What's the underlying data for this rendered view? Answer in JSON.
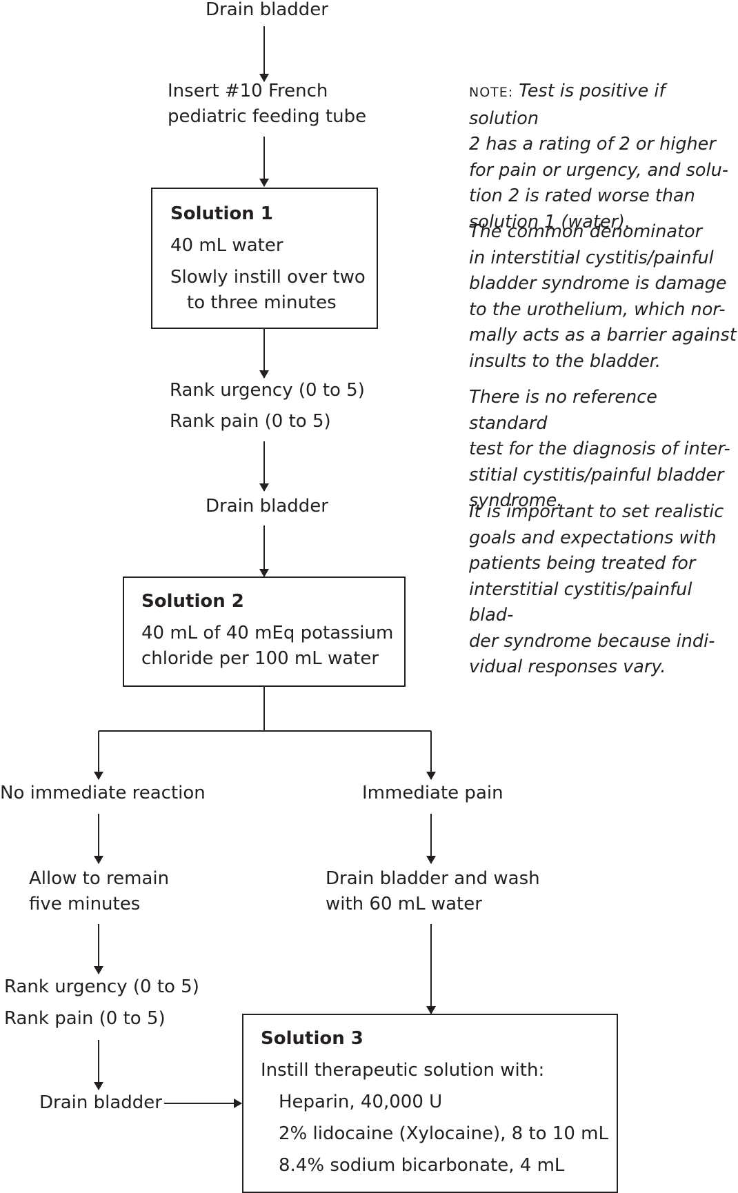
{
  "flow": {
    "drain_bladder_1": "Drain bladder",
    "insert_tube": [
      "Insert #10 French",
      "pediatric feeding tube"
    ],
    "solution1": {
      "title": "Solution 1",
      "line1": "40 mL water",
      "line2a": "Slowly instill over two",
      "line2b": "to three minutes"
    },
    "rank1": {
      "urgency": "Rank urgency (0 to 5)",
      "pain": "Rank pain (0 to 5)"
    },
    "drain_bladder_2": "Drain bladder",
    "solution2": {
      "title": "Solution 2",
      "line1": "40 mL of 40 mEq potassium",
      "line2": "chloride per 100 mL water"
    },
    "left_branch": {
      "reaction": "No immediate reaction",
      "remain": [
        "Allow to remain",
        "five minutes"
      ],
      "rank_urgency": "Rank urgency (0 to 5)",
      "rank_pain": "Rank pain (0 to 5)",
      "drain": "Drain bladder"
    },
    "right_branch": {
      "reaction": "Immediate pain",
      "wash": [
        "Drain bladder and wash",
        "with 60 mL water"
      ]
    },
    "solution3": {
      "title": "Solution 3",
      "intro": "Instill therapeutic solution with:",
      "items": [
        "Heparin, 40,000 U",
        "2% lidocaine (Xylocaine), 8 to 10 mL",
        "8.4% sodium bicarbonate, 4 mL"
      ]
    }
  },
  "notes": {
    "label": "NOTE:",
    "note1": [
      "Test is positive if solution",
      "2 has a rating of 2 or higher",
      "for pain or urgency, and solu-",
      "tion 2 is rated worse than",
      "solution 1 (water)."
    ],
    "note2": [
      "The common denominator",
      "in interstitial cystitis/painful",
      "bladder syndrome is damage",
      "to the urothelium, which nor-",
      "mally acts as a barrier against",
      "insults to the bladder."
    ],
    "note3": [
      "There is no reference standard",
      "test for the diagnosis of inter-",
      "stitial cystitis/painful bladder",
      "syndrome."
    ],
    "note4": [
      "It is important to set realistic",
      "goals and expectations with",
      "patients being treated for",
      "interstitial cystitis/painful blad-",
      "der syndrome because indi-",
      "vidual responses vary."
    ]
  }
}
